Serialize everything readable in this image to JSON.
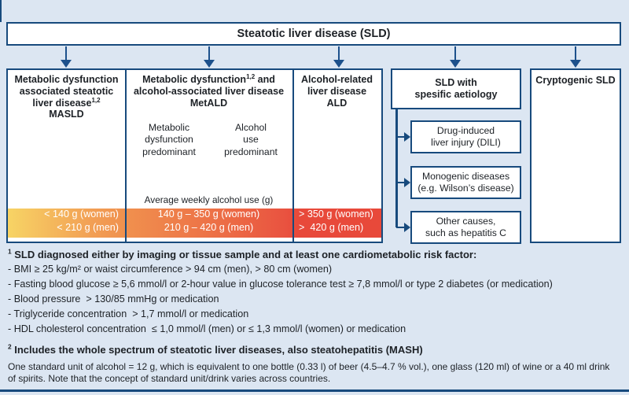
{
  "colors": {
    "background": "#dce6f2",
    "border_navy": "#174a7d",
    "arrow_navy": "#1d518c",
    "text": "#1d2126",
    "range_text": "#ffffff",
    "gradient_yellow": "#f7d465",
    "gradient_orange": "#f0914e",
    "gradient_red": "#e8493a"
  },
  "root": {
    "title": "Steatotic liver disease (SLD)"
  },
  "masld": {
    "title_lines": [
      "Metabolic dysfunction",
      "associated steatotic"
    ],
    "title_line3": "liver disease",
    "title_sup": "1,2",
    "abbr": "MASLD",
    "range_women": "< 140 g (women)",
    "range_men": "< 210 g (men)"
  },
  "metald": {
    "title_pre": "Metabolic dysfunction",
    "title_sup": "1,2",
    "title_post": " and",
    "title_line2": "alcohol-associated liver disease",
    "abbr": "MetALD",
    "sub_left_lines": [
      "Metabolic",
      "dysfunction",
      "predominant"
    ],
    "sub_right_lines": [
      "Alcohol",
      "use",
      "predominant"
    ],
    "axis_label": "Average weekly alcohol use (g)",
    "range_women": "140 g – 350 g (women)",
    "range_men": "210 g – 420 g (men)"
  },
  "ald": {
    "title_lines": [
      "Alcohol-related",
      "liver disease"
    ],
    "abbr": "ALD",
    "range_women": "> 350 g (women)",
    "range_men": ">  420 g (men)"
  },
  "aetiology": {
    "title_line1": "SLD with",
    "title_line2": "spesific aetiology",
    "items": [
      {
        "line1": "Drug-induced",
        "line2": "liver injury (DILI)"
      },
      {
        "line1": "Monogenic diseases",
        "line2": "(e.g. Wilson’s disease)"
      },
      {
        "line1": "Other causes,",
        "line2": "such as hepatitis C"
      }
    ]
  },
  "cryptogenic": {
    "title": "Cryptogenic SLD"
  },
  "footnotes": {
    "fn1_marker": "1",
    "fn1_text": "SLD diagnosed either by imaging or tissue sample and at least one cardiometabolic risk factor:",
    "risk_factors": [
      "- BMI ≥ 25 kg/m² or waist circumference > 94 cm (men), > 80 cm (women)",
      "- Fasting blood glucose ≥ 5,6 mmol/l or 2-hour value in glucose tolerance test ≥ 7,8 mmol/l or type 2 diabetes (or medication)",
      "- Blood pressure  > 130/85 mmHg or medication",
      "- Triglyceride concentration  > 1,7 mmol/l or medication",
      "- HDL cholesterol concentration  ≤ 1,0 mmol/l (men) or ≤ 1,3 mmol/l (women) or medication"
    ],
    "fn2_marker": "2",
    "fn2_text": "Includes the whole spectrum of steatotic liver diseases, also steatohepatitis (MASH)",
    "standard_unit_note": "One standard unit of alcohol = 12 g, which is equivalent to one bottle (0.33 l) of beer (4.5–4.7 % vol.), one glass (120 ml) of wine or a 40 ml drink of spirits. Note that the concept of standard unit/drink varies across countries."
  }
}
